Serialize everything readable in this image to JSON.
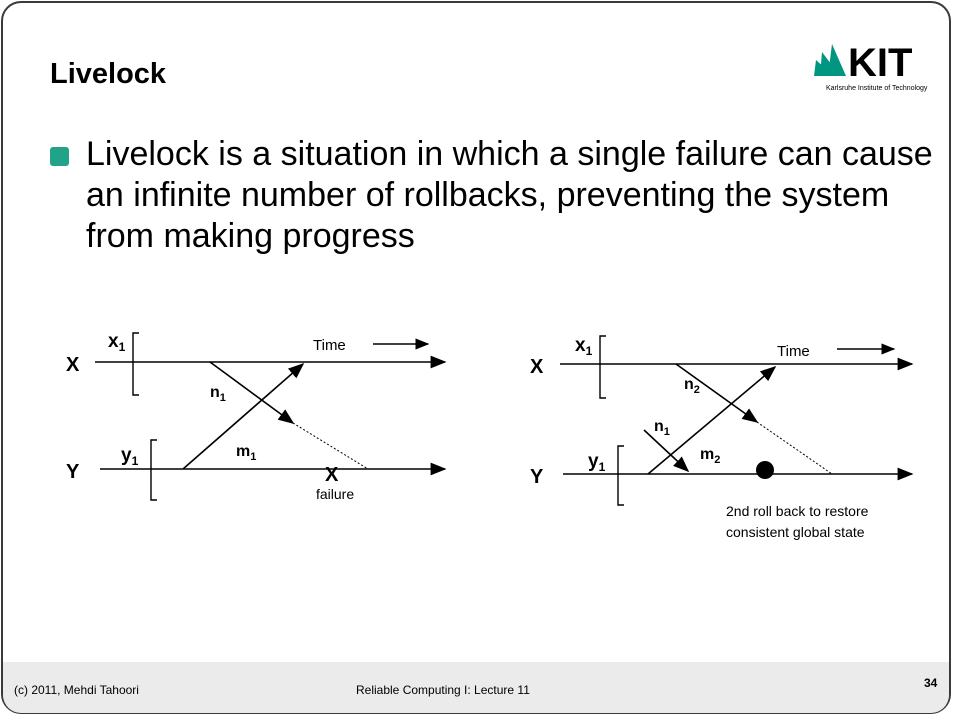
{
  "slide": {
    "title": "Livelock",
    "bullet": "Livelock is a situation in which a single failure can cause an infinite number of rollbacks, preventing the system from making progress"
  },
  "logo": {
    "text": "KIT",
    "subtitle": "Karlsruhe Institute of Technology",
    "color": "#009682"
  },
  "diagram_left": {
    "process_x": "X",
    "process_y": "Y",
    "checkpoint_x": "x",
    "checkpoint_x_sub": "1",
    "checkpoint_y": "y",
    "checkpoint_y_sub": "1",
    "msg_n": "n",
    "msg_n_sub": "1",
    "msg_m": "m",
    "msg_m_sub": "1",
    "time": "Time",
    "failure_mark": "X",
    "failure_label": "failure"
  },
  "diagram_right": {
    "process_x": "X",
    "process_y": "Y",
    "checkpoint_x": "x",
    "checkpoint_x_sub": "1",
    "checkpoint_y": "y",
    "checkpoint_y_sub": "1",
    "msg_n2": "n",
    "msg_n2_sub": "2",
    "msg_n1": "n",
    "msg_n1_sub": "1",
    "msg_m2": "m",
    "msg_m2_sub": "2",
    "time": "Time",
    "note_line1": "2nd roll back to restore",
    "note_line2": "consistent global state"
  },
  "footer": {
    "copyright": "(c) 2011, Mehdi Tahoori",
    "course": "Reliable Computing I: Lecture 11",
    "page": "34"
  }
}
